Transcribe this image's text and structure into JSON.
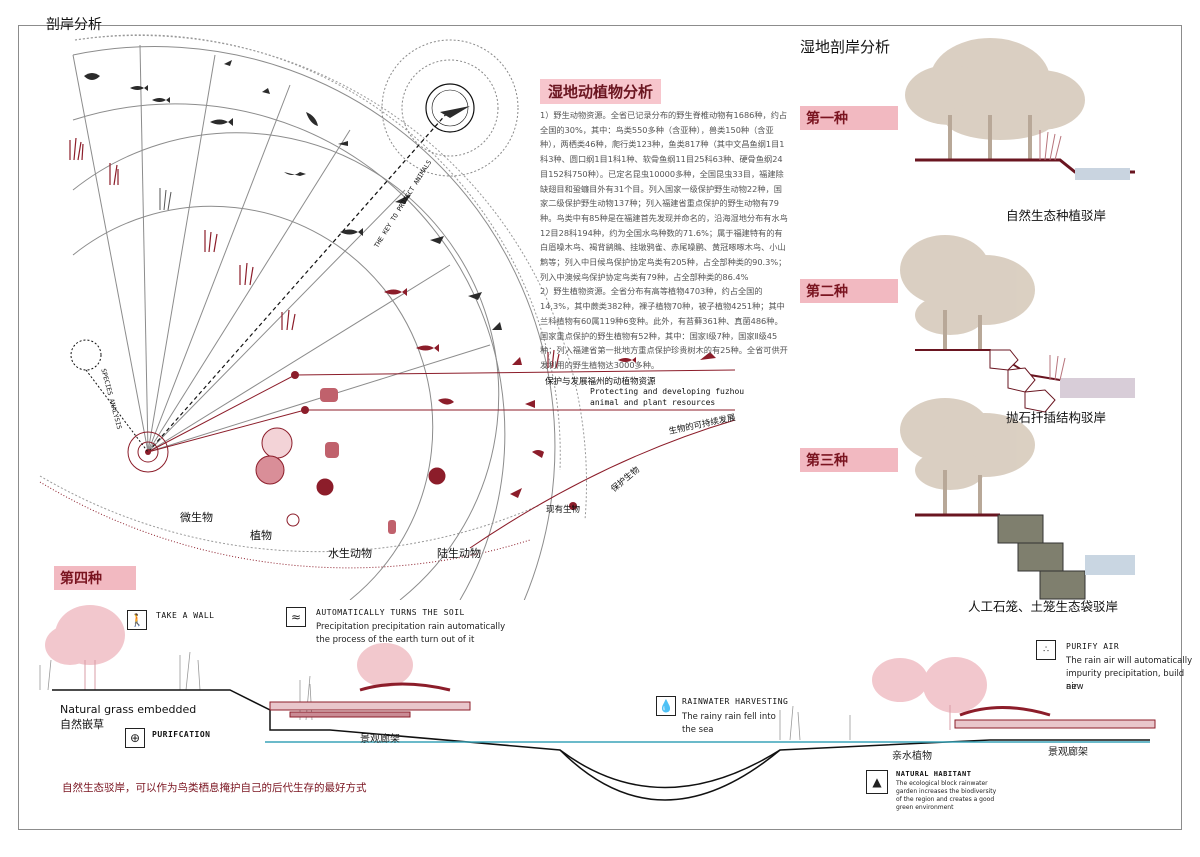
{
  "titles": {
    "top_left": "剖岸分析",
    "top_right": "湿地剖岸分析",
    "wildlife": "湿地动植物分析",
    "fourth": "第四种"
  },
  "wildlife_text": [
    "1）野生动物资源。全省已记录分布的野生脊椎动物有1686种，约占全国的30%，其中：鸟类550多种（含亚种），兽类150种（含亚种），两栖类46种，爬行类123种，鱼类817种（其中文昌鱼纲1目1科3种、圆口纲1目1科1种、软骨鱼纲11目25科63种、硬骨鱼纲24目152科750种）。已定名昆虫10000多种，全国昆虫33目，福建除缺翅目和蛩蠊目外有31个目。列入国家一级保护野生动物22种，国家二级保护野生动物137种；列入福建省重点保护的野生动物有79种。鸟类中有85种是在福建首先发现并命名的，沿海湿地分布有水鸟12目28科194种，约为全国水鸟种数的71.6%；属于福建特有的有白眉噪木鸟、褐背鹟鵙、挂墩鸦雀、赤尾噪鹛、黄冠啄啄木鸟、小山鹪等；列入中日候鸟保护协定鸟类有205种，占全部种类的90.3%；列入中澳候鸟保护协定鸟类有79种，占全部种类的86.4%",
    "2）野生植物资源。全省分布有高等植物4703种，约占全国的14.3%，其中蕨类382种，裸子植物70种，被子植物4251种；其中兰科植物有60属119种6变种。此外，有苔藓361种、真菌486种。国家重点保护的野生植物有52种，其中：国家Ⅰ级7种，国家Ⅱ级45种；列入福建省第一批地方重点保护珍贵树木的有25种。全省可供开发利用的野生植物达3000多种。"
  ],
  "radial": {
    "key_label": "THE KEY TO PROTECT ANIMALS",
    "species_label": "SPECIES ANALYSIS",
    "ring_labels": [
      "微生物",
      "植物",
      "水生动物",
      "陆生动物"
    ],
    "protect_cn": "保护与发展福州的动植物资源",
    "protect_en": [
      "Protecting and developing fuzhou",
      "animal and plant resources"
    ],
    "sustainable": "生物的可持续发展",
    "protect_bio": "保护生物",
    "existing": "现有生物"
  },
  "sections": [
    {
      "tag": "第一种",
      "caption": "自然生态种植驳岸"
    },
    {
      "tag": "第二种",
      "caption": "抛石扦插结构驳岸"
    },
    {
      "tag": "第三种",
      "caption": "人工石笼、土笼生态袋驳岸"
    }
  ],
  "bottom": {
    "take_wall": "TAKE A WALL",
    "turns_soil_h": "AUTOMATICALLY TURNS THE SOIL",
    "turns_soil_b": [
      "Precipitation precipitation rain automatically",
      "the process of the earth turn out of it"
    ],
    "natural_grass_en": "Natural grass embedded",
    "natural_grass_cn": "自然嵌草",
    "purification": "PURIFCATION",
    "gallery_left": "景观廊架",
    "rain_h": "RAINWATER HARVESTING",
    "rain_b": [
      "The rainy rain fell into",
      "the sea"
    ],
    "purify_h": "PURIFY AIR",
    "purify_b": [
      "The rain air will automatically",
      "impurity precipitation, build new",
      "air"
    ],
    "water_plants": "亲水植物",
    "gallery_right": "景观廊架",
    "habitat_h": "NATURAL HABITANT",
    "habitat_b": [
      "The ecological block rainwater",
      "garden increases the biodiversity",
      "of the region and creates a good",
      "green environment"
    ],
    "note": "自然生态驳岸，可以作为鸟类栖息掩护自己的后代生存的最好方式"
  },
  "colors": {
    "accent": "#8c1d2a",
    "pink": "#f2b9c1",
    "tree_beige": "#d7c9b8",
    "tree_pink": "#f1c2c8",
    "water": "#3aa4b8"
  }
}
